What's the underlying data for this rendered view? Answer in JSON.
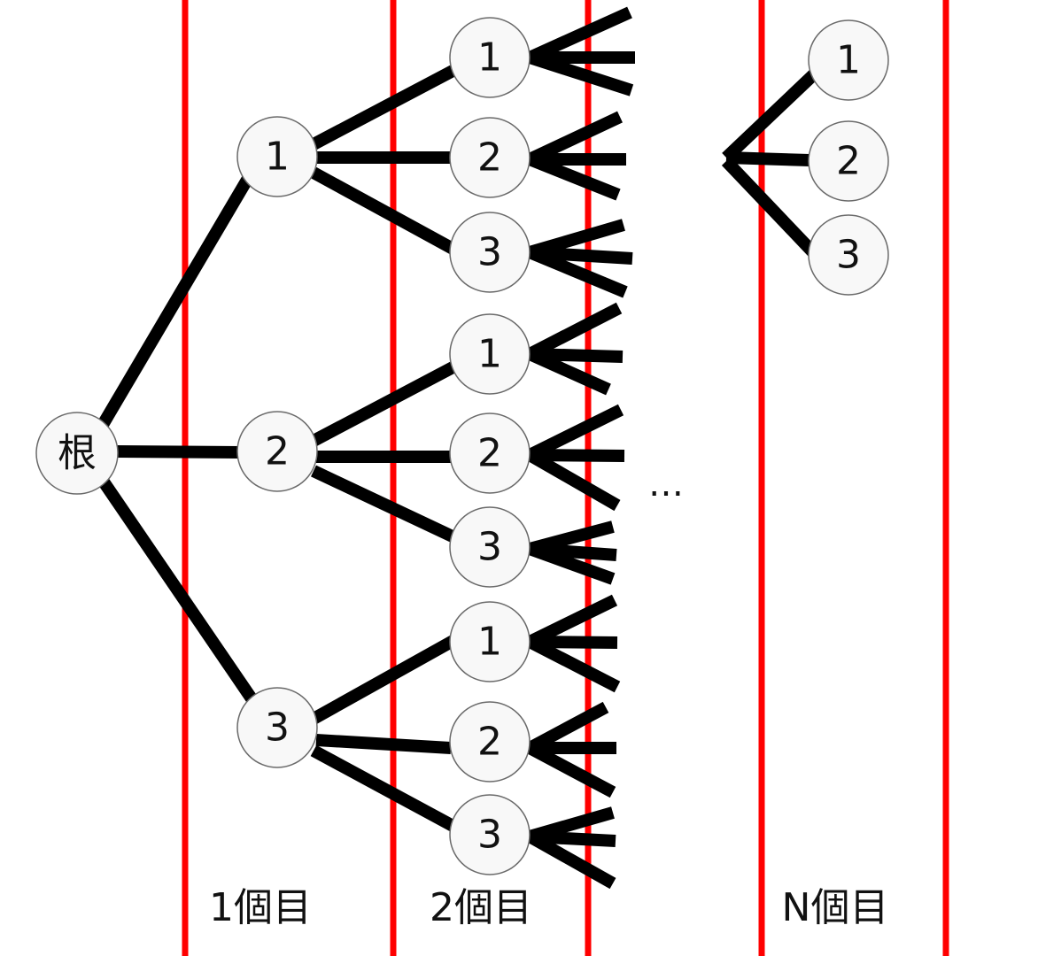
{
  "colors": {
    "column_line": "#ff0000",
    "edge": "#000000",
    "node_fill": "#f8f8f8",
    "node_border": "#6a6a6a"
  },
  "root": {
    "label": "根"
  },
  "level1": [
    {
      "label": "1"
    },
    {
      "label": "2"
    },
    {
      "label": "3"
    }
  ],
  "level2": [
    {
      "label": "1"
    },
    {
      "label": "2"
    },
    {
      "label": "3"
    },
    {
      "label": "1"
    },
    {
      "label": "2"
    },
    {
      "label": "3"
    },
    {
      "label": "1"
    },
    {
      "label": "2"
    },
    {
      "label": "3"
    }
  ],
  "levelN": [
    {
      "label": "1"
    },
    {
      "label": "2"
    },
    {
      "label": "3"
    }
  ],
  "ellipsis": "…",
  "column_labels": {
    "first": "1個目",
    "second": "2個目",
    "nth": "N個目"
  }
}
